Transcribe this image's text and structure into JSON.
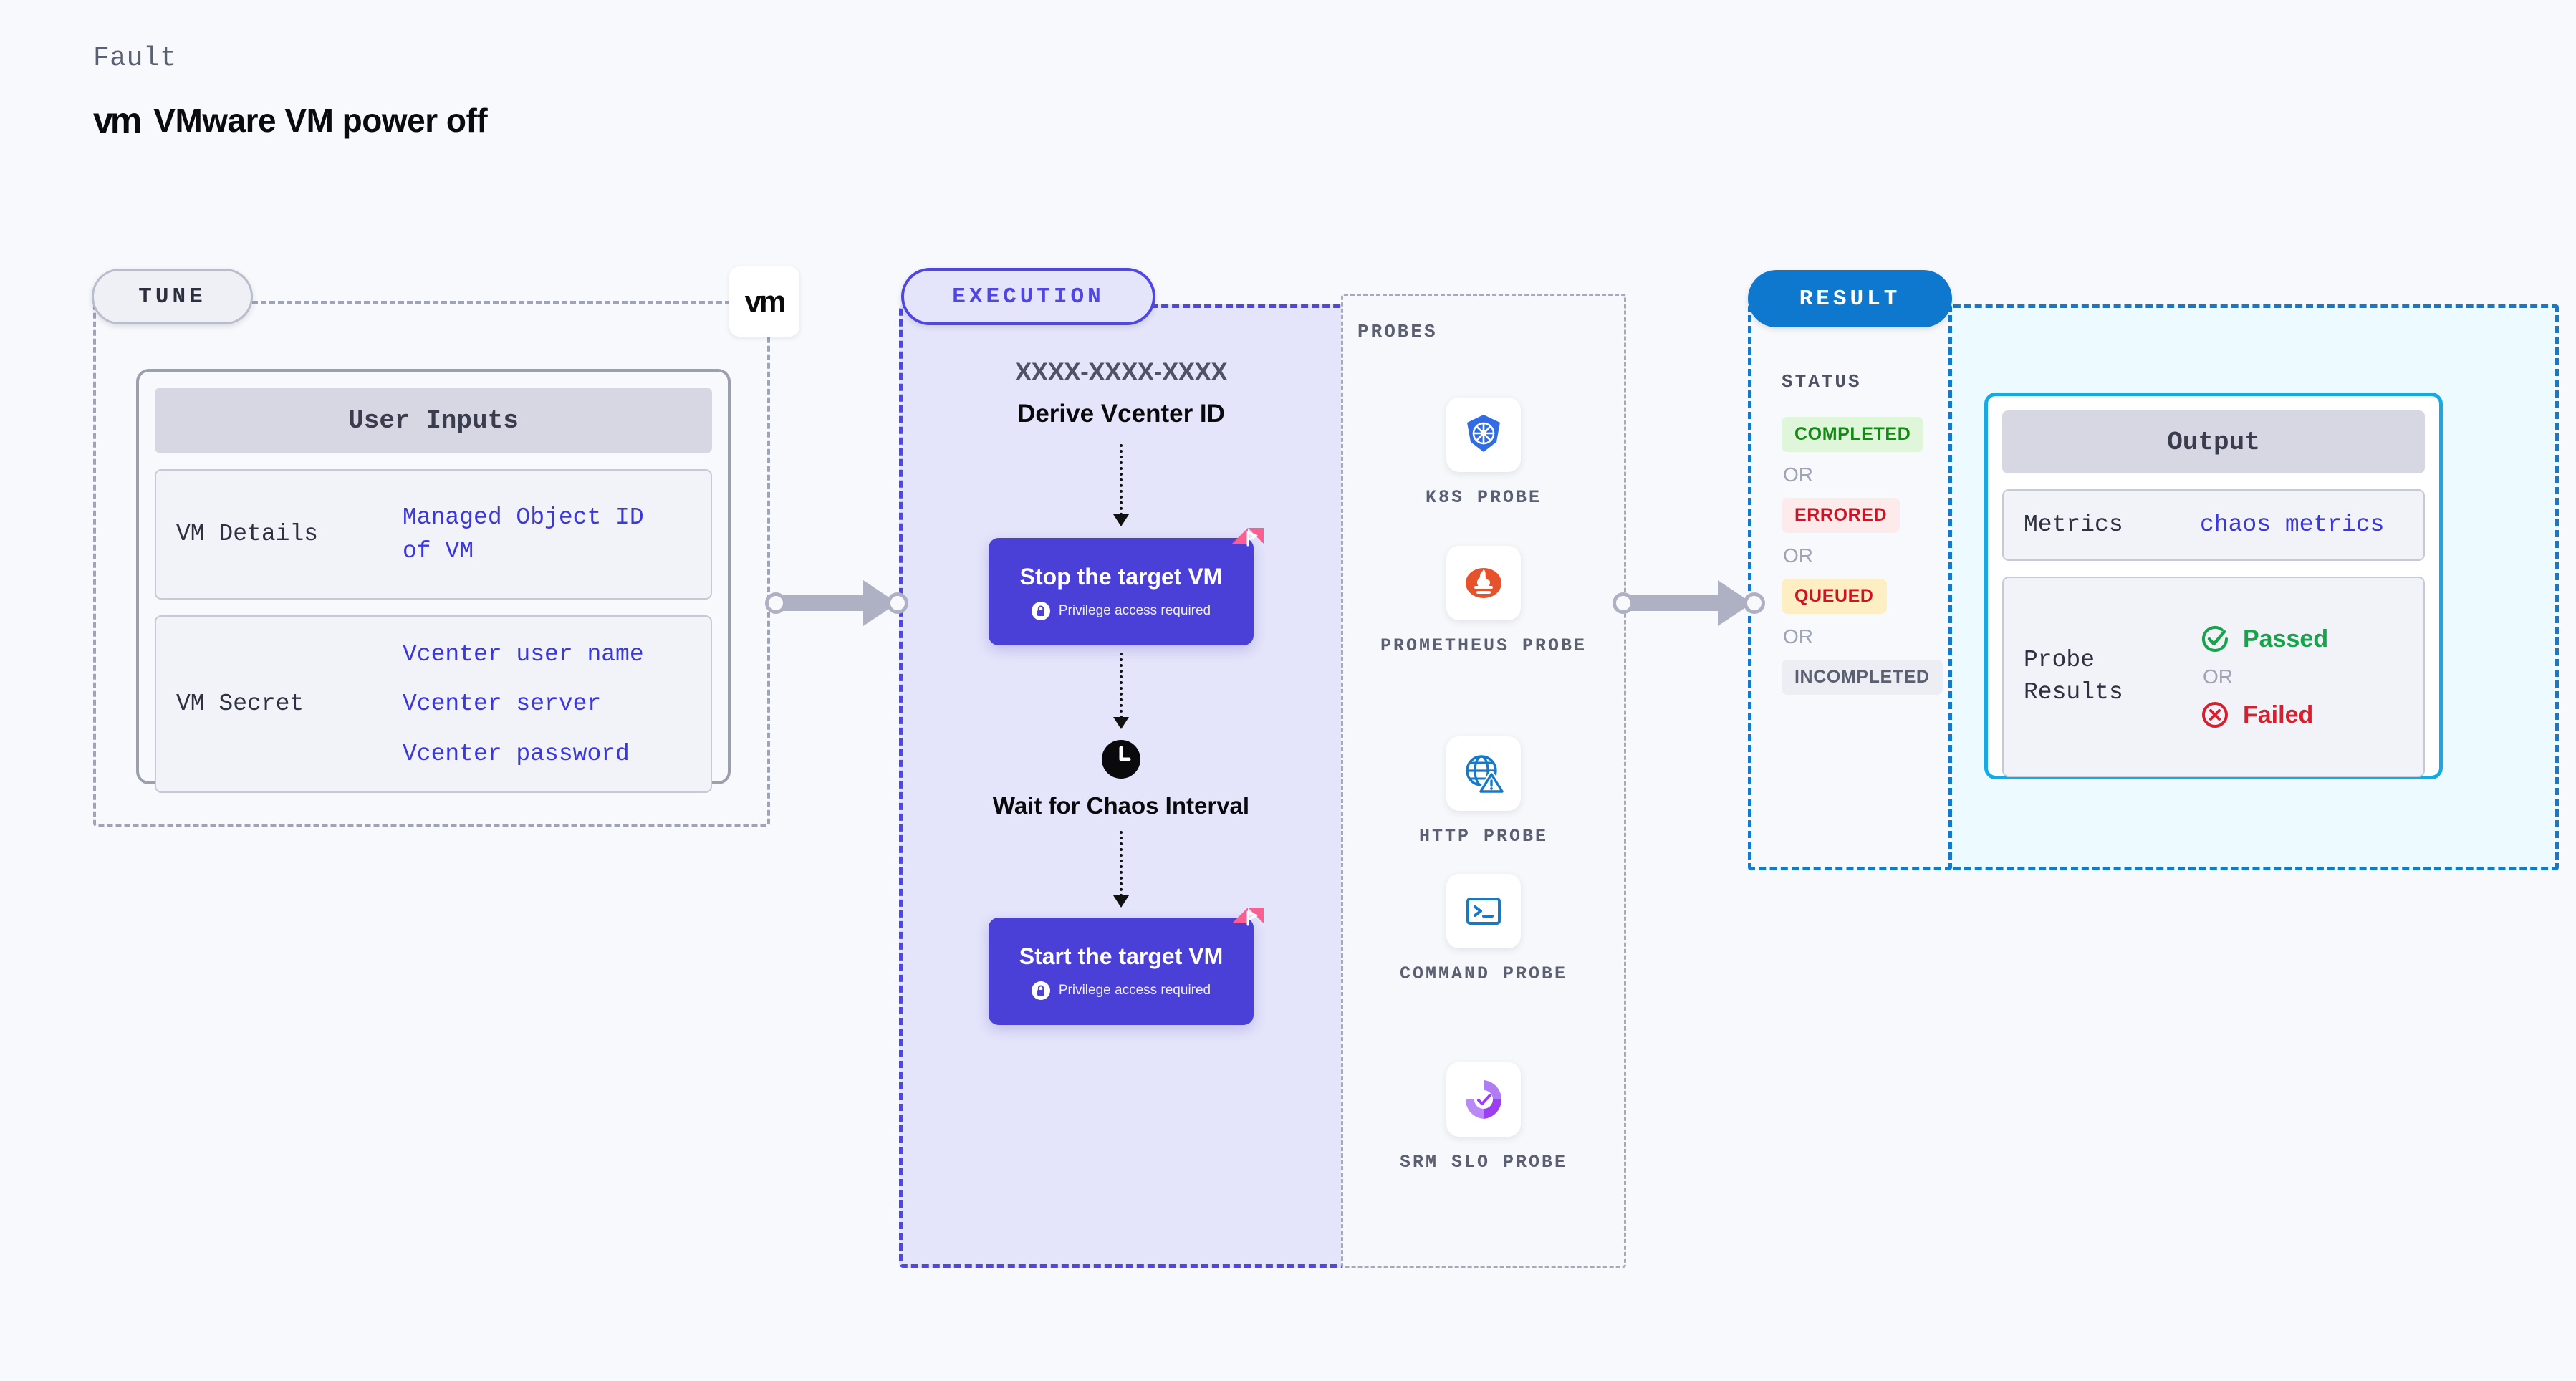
{
  "header": {
    "kicker": "Fault",
    "logo_text": "vm",
    "title": "VMware VM power off"
  },
  "tune": {
    "tag": "TUNE",
    "badge_logo": "vm",
    "card_title": "User Inputs",
    "rows": [
      {
        "key": "VM Details",
        "values": [
          "Managed Object ID",
          "of VM"
        ]
      },
      {
        "key": "VM Secret",
        "values": [
          "Vcenter user name",
          "Vcenter server",
          "Vcenter password"
        ]
      }
    ]
  },
  "execution": {
    "tag": "EXECUTION",
    "derive_id": "XXXX-XXXX-XXXX",
    "derive_label": "Derive Vcenter ID",
    "steps": [
      {
        "title": "Stop the target VM",
        "note": "Privilege access required",
        "icon": "lock-icon",
        "flag": "chaos-flag-icon"
      },
      {
        "title": "Start the target VM",
        "note": "Privilege access required",
        "icon": "lock-icon",
        "flag": "chaos-flag-icon"
      }
    ],
    "wait": {
      "icon": "clock-icon",
      "label": "Wait for Chaos Interval"
    },
    "probes_label": "PROBES",
    "probes": [
      {
        "name": "K8S PROBE",
        "icon": "kubernetes-icon"
      },
      {
        "name": "PROMETHEUS PROBE",
        "icon": "prometheus-icon"
      },
      {
        "name": "HTTP PROBE",
        "icon": "globe-warning-icon"
      },
      {
        "name": "COMMAND PROBE",
        "icon": "terminal-icon"
      },
      {
        "name": "SRM SLO PROBE",
        "icon": "srm-slo-icon"
      }
    ]
  },
  "result": {
    "tag": "RESULT",
    "status_label": "STATUS",
    "or_text": "OR",
    "statuses": [
      {
        "label": "COMPLETED",
        "color": "#138a13",
        "bg": "#dff6da"
      },
      {
        "label": "ERRORED",
        "color": "#cf1322",
        "bg": "#fdeaea"
      },
      {
        "label": "QUEUED",
        "color": "#cf1322",
        "bg": "#fdeec3"
      },
      {
        "label": "INCOMPLETED",
        "color": "#5b5f72",
        "bg": "#eceef4"
      }
    ],
    "output": {
      "card_title": "Output",
      "metrics_key": "Metrics",
      "metrics_value": "chaos metrics",
      "probe_results_key": "Probe Results",
      "passed": "Passed",
      "failed": "Failed",
      "or_text": "OR",
      "passed_color": "#16a44a",
      "failed_color": "#d91f2c"
    }
  },
  "colors": {
    "accent_indigo": "#4a3fd6",
    "accent_blue": "#0d78ce",
    "chaos_pink": "#fc5e92",
    "link_blue": "#3b37e0"
  }
}
